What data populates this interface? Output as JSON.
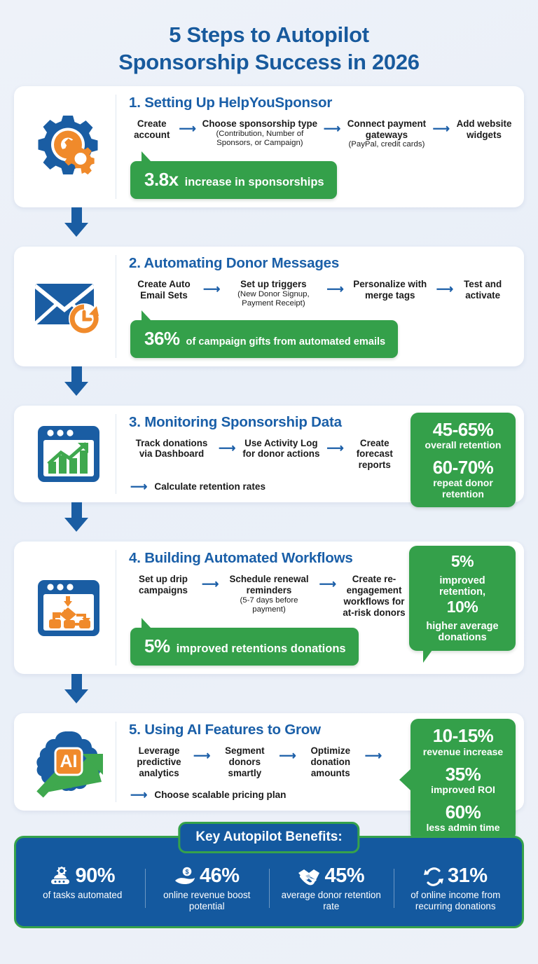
{
  "title": {
    "line1": "5 Steps to Autopilot",
    "line2": "Sponsorship Success in 2026"
  },
  "steps": [
    {
      "icon": "gears-icon",
      "title": "1. Setting Up HelpYouSponsor",
      "flow": [
        {
          "main": "Create account",
          "sub": ""
        },
        {
          "main": "Choose sponsorship type",
          "sub": "(Contribution, Number of Sponsors, or Campaign)"
        },
        {
          "main": "Connect payment gateways",
          "sub": "(PayPal, credit cards)"
        },
        {
          "main": "Add website widgets",
          "sub": ""
        }
      ],
      "extra": "",
      "banner": {
        "big": "3.8x",
        "small": "increase in sponsorships"
      }
    },
    {
      "icon": "email-clock-icon",
      "title": "2. Automating Donor Messages",
      "flow": [
        {
          "main": "Create Auto Email Sets",
          "sub": ""
        },
        {
          "main": "Set up triggers",
          "sub": "(New Donor Signup, Payment Receipt)"
        },
        {
          "main": "Personalize with merge tags",
          "sub": ""
        },
        {
          "main": "Test and activate",
          "sub": ""
        }
      ],
      "extra": "",
      "banner": {
        "big": "36%",
        "small": "of campaign gifts from automated emails"
      }
    },
    {
      "icon": "dashboard-chart-icon",
      "title": "3. Monitoring Sponsorship Data",
      "flow": [
        {
          "main": "Track donations via Dashboard",
          "sub": ""
        },
        {
          "main": "Use Activity Log for donor actions",
          "sub": ""
        },
        {
          "main": "Create forecast reports",
          "sub": ""
        }
      ],
      "extra": "Calculate retention rates",
      "statbox": [
        {
          "num": "45-65%",
          "lbl": "overall retention"
        },
        {
          "num": "60-70%",
          "lbl": "repeat donor retention"
        }
      ]
    },
    {
      "icon": "workflow-icon",
      "title": "4. Building Automated Workflows",
      "flow": [
        {
          "main": "Set up drip campaigns",
          "sub": ""
        },
        {
          "main": "Schedule renewal reminders",
          "sub": "(5-7 days before payment)"
        },
        {
          "main": "Create re-engagement workflows for at-risk donors",
          "sub": ""
        }
      ],
      "extra": "",
      "banner": {
        "big": "5%",
        "small": "improved retentions donations"
      },
      "statbox_inline": [
        {
          "num": "5%",
          "lbl": "improved retention,"
        },
        {
          "num": "10%",
          "lbl": "higher average donations"
        }
      ]
    },
    {
      "icon": "ai-brain-icon",
      "title": "5. Using AI Features to Grow",
      "flow": [
        {
          "main": "Leverage predictive analytics",
          "sub": ""
        },
        {
          "main": "Segment donors smartly",
          "sub": ""
        },
        {
          "main": "Optimize donation amounts",
          "sub": ""
        }
      ],
      "extra": "Choose scalable pricing plan",
      "statbox": [
        {
          "num": "10-15%",
          "lbl": "revenue increase"
        },
        {
          "num": "35%",
          "lbl": "improved ROI"
        },
        {
          "num": "60%",
          "lbl": "less admin time"
        }
      ]
    }
  ],
  "benefits": {
    "title": "Key Autopilot Benefits:",
    "items": [
      {
        "icon": "gear-server-icon",
        "pct": "90%",
        "desc": "of tasks automated"
      },
      {
        "icon": "hand-coin-icon",
        "pct": "46%",
        "desc": "online revenue boost potential"
      },
      {
        "icon": "handshake-icon",
        "pct": "45%",
        "desc": "average donor retention rate"
      },
      {
        "icon": "recurring-arrows-icon",
        "pct": "31%",
        "desc": "of online income from recurring donations"
      }
    ]
  },
  "colors": {
    "blue": "#1a5da3",
    "deep_blue": "#14599f",
    "green": "#34a04a",
    "orange": "#f08a2b",
    "title_blue": "#185a9d"
  }
}
